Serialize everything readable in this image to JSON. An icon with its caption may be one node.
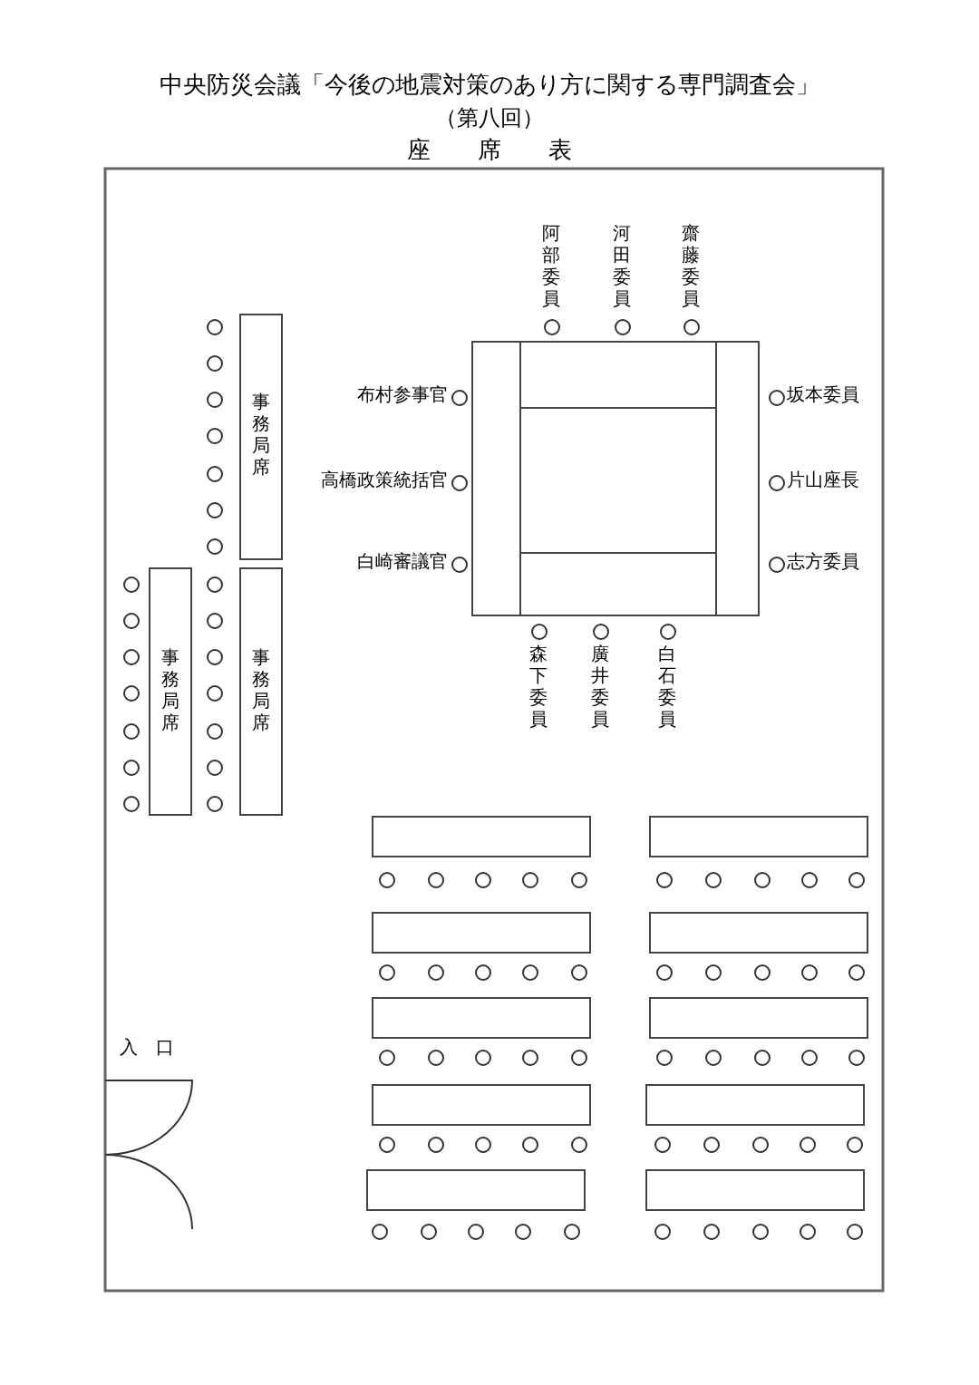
{
  "diagram": {
    "title": "中央防災会議「今後の地震対策のあり方に関する専門調査会」",
    "nodes": [
      {
        "text": [],
        "shape": "box"
      },
      {
        "text": [
          "事務局席"
        ]
      },
      {
        "text": [
          "事務局席"
        ]
      },
      {
        "text": [
          "事務局席"
        ]
      },
      {
        "text": [],
        "shape": "box"
      },
      {
        "text": [],
        "shape": "box"
      },
      {
        "text": [],
        "shape": "box"
      },
      {
        "text": [],
        "shape": "box"
      },
      {
        "text": [],
        "shape": "box"
      },
      {
        "text": [],
        "shape": "box"
      },
      {
        "text": [],
        "shape": "box"
      },
      {
        "text": [],
        "shape": "box"
      },
      {
        "text": [],
        "shape": "box"
      },
      {
        "text": [],
        "shape": "box"
      }
    ],
    "labels": [
      "（第八回）",
      "座　　席　　表",
      "阿部委員",
      "河田委員",
      "齋藤委員",
      "布村参事官",
      "坂本委員",
      "高橋政策統括官",
      "片山座長",
      "白崎審議官",
      "志方委員",
      "森下委員",
      "廣井委員",
      "白石委員",
      "入　口"
    ]
  }
}
